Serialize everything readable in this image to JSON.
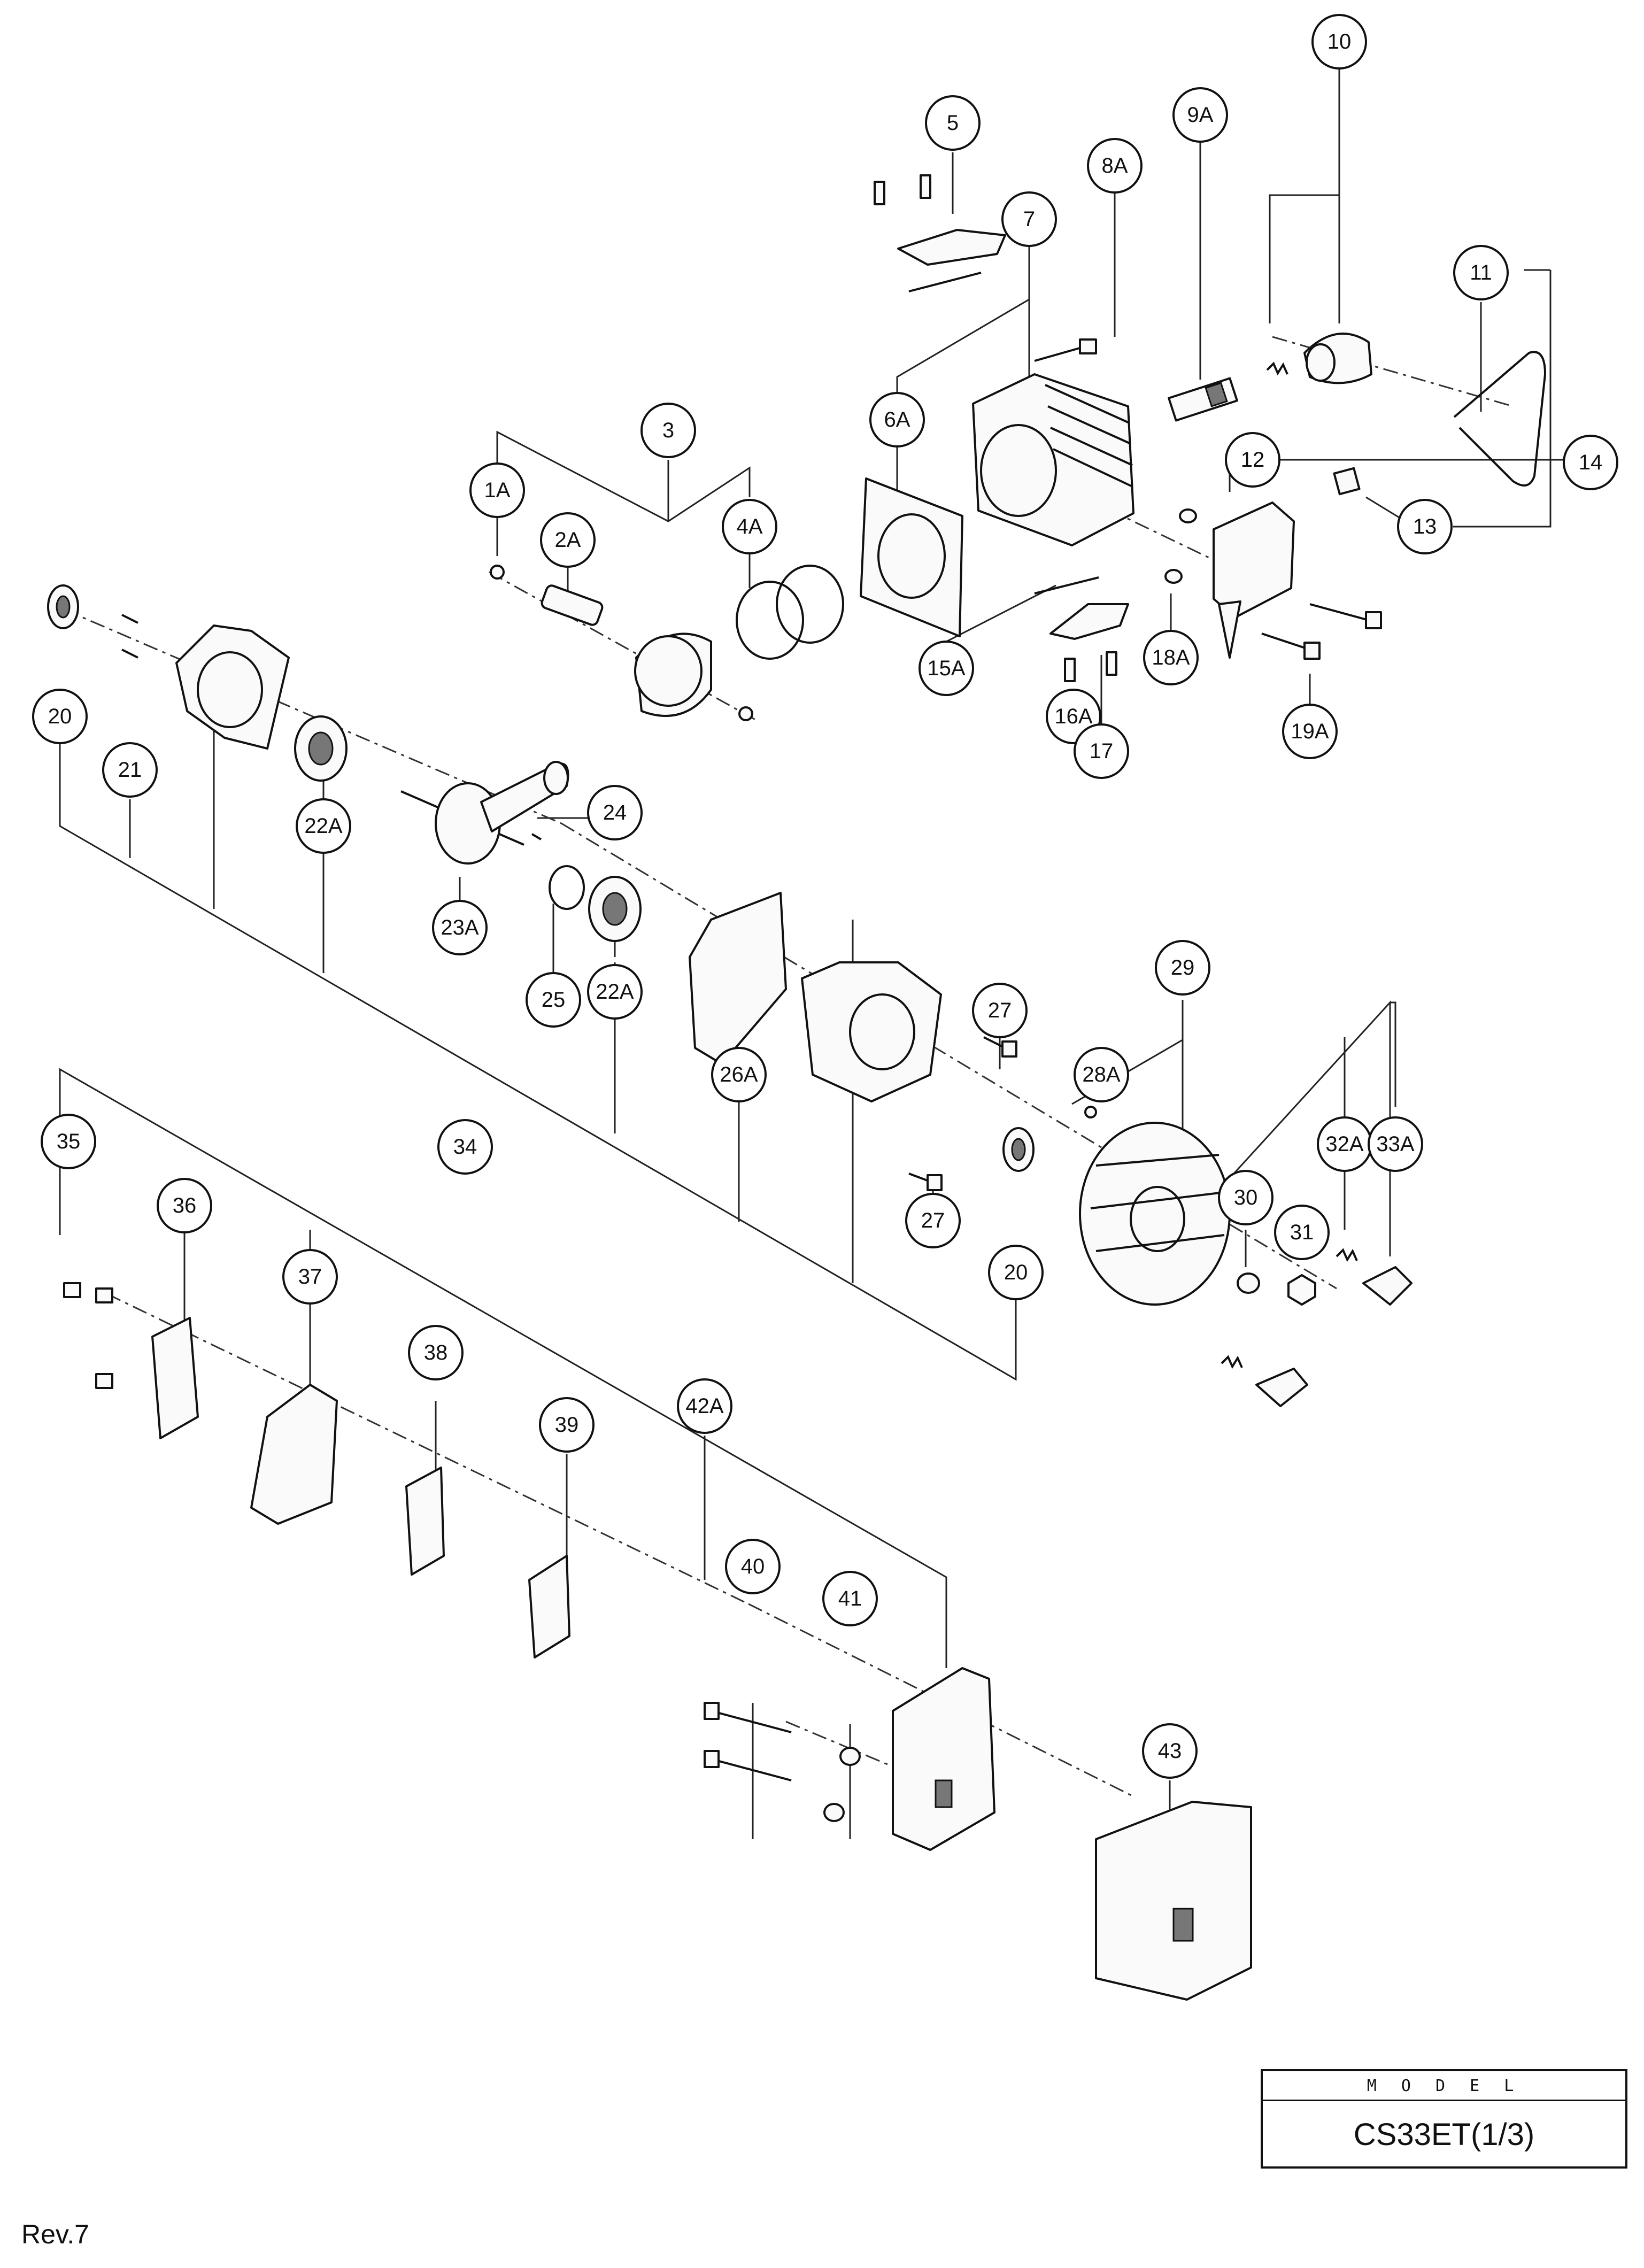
{
  "callouts": [
    {
      "label": "1A"
    },
    {
      "label": "2A"
    },
    {
      "label": "3"
    },
    {
      "label": "4A"
    },
    {
      "label": "5"
    },
    {
      "label": "6A"
    },
    {
      "label": "7"
    },
    {
      "label": "8A"
    },
    {
      "label": "9A"
    },
    {
      "label": "10"
    },
    {
      "label": "11"
    },
    {
      "label": "12"
    },
    {
      "label": "13"
    },
    {
      "label": "14"
    },
    {
      "label": "15A"
    },
    {
      "label": "16A"
    },
    {
      "label": "17"
    },
    {
      "label": "18A"
    },
    {
      "label": "19A"
    },
    {
      "label": "20"
    },
    {
      "label": "21"
    },
    {
      "label": "22A"
    },
    {
      "label": "23A"
    },
    {
      "label": "24"
    },
    {
      "label": "25"
    },
    {
      "label": "22A"
    },
    {
      "label": "26A"
    },
    {
      "label": "27"
    },
    {
      "label": "27"
    },
    {
      "label": "28A"
    },
    {
      "label": "29"
    },
    {
      "label": "30"
    },
    {
      "label": "31"
    },
    {
      "label": "32A"
    },
    {
      "label": "33A"
    },
    {
      "label": "34"
    },
    {
      "label": "20"
    },
    {
      "label": "35"
    },
    {
      "label": "36"
    },
    {
      "label": "37"
    },
    {
      "label": "38"
    },
    {
      "label": "39"
    },
    {
      "label": "42A"
    },
    {
      "label": "40"
    },
    {
      "label": "41"
    },
    {
      "label": "43"
    }
  ],
  "title_block": {
    "model_label": "M O D E L",
    "model_value": "CS33ET(1/3)"
  },
  "revision": "Rev.7"
}
